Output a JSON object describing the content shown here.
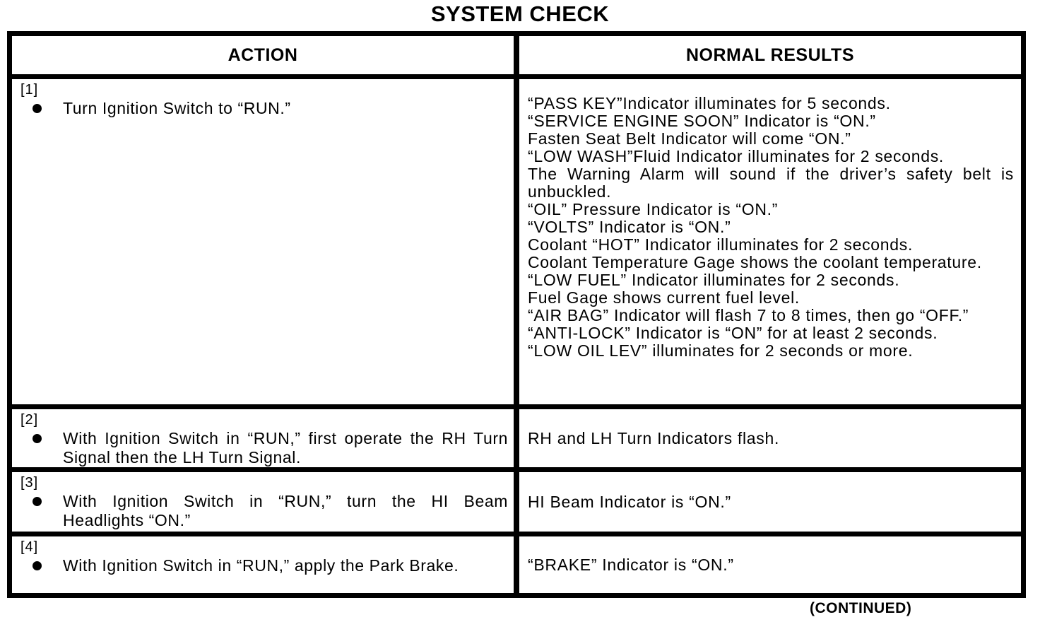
{
  "title": "SYSTEM CHECK",
  "continued": "(CONTINUED)",
  "colors": {
    "ink": "#000000",
    "paper": "#ffffff"
  },
  "icons": {
    "bullet": "filled-circle"
  },
  "table": {
    "headers": {
      "action": "ACTION",
      "results": "NORMAL RESULTS"
    },
    "rows": [
      {
        "num": "[1]",
        "action": "Turn Ignition Switch to “RUN.”",
        "results": [
          "“PASS KEY”Indicator illuminates for 5 seconds.",
          "“SERVICE ENGINE SOON” Indicator is “ON.”",
          "Fasten Seat Belt Indicator will come “ON.”",
          "“LOW WASH”Fluid Indicator illuminates for 2 seconds.",
          "The Warning Alarm will sound if the driver’s safety belt is unbuckled.",
          "“OIL” Pressure Indicator is “ON.”",
          "“VOLTS” Indicator is “ON.”",
          "Coolant “HOT” Indicator illuminates for 2 seconds.",
          "Coolant Temperature Gage shows the coolant temperature.",
          "“LOW FUEL” Indicator illuminates for 2 seconds.",
          "Fuel Gage shows current fuel level.",
          "“AIR BAG” Indicator will flash 7 to 8 times, then go “OFF.”",
          "“ANTI-LOCK” Indicator is “ON” for at least 2 seconds.",
          "“LOW OIL LEV” illuminates for 2 seconds or more."
        ]
      },
      {
        "num": "[2]",
        "action": "With Ignition Switch in “RUN,” first operate the RH Turn Signal then the LH Turn Signal.",
        "results": [
          "RH and LH Turn Indicators flash."
        ]
      },
      {
        "num": "[3]",
        "action": "With Ignition Switch in “RUN,” turn the HI Beam Headlights “ON.”",
        "results": [
          "HI Beam Indicator is “ON.”"
        ]
      },
      {
        "num": "[4]",
        "action": "With Ignition Switch in “RUN,” apply the Park Brake.",
        "results": [
          "“BRAKE” Indicator is “ON.”"
        ]
      }
    ]
  }
}
